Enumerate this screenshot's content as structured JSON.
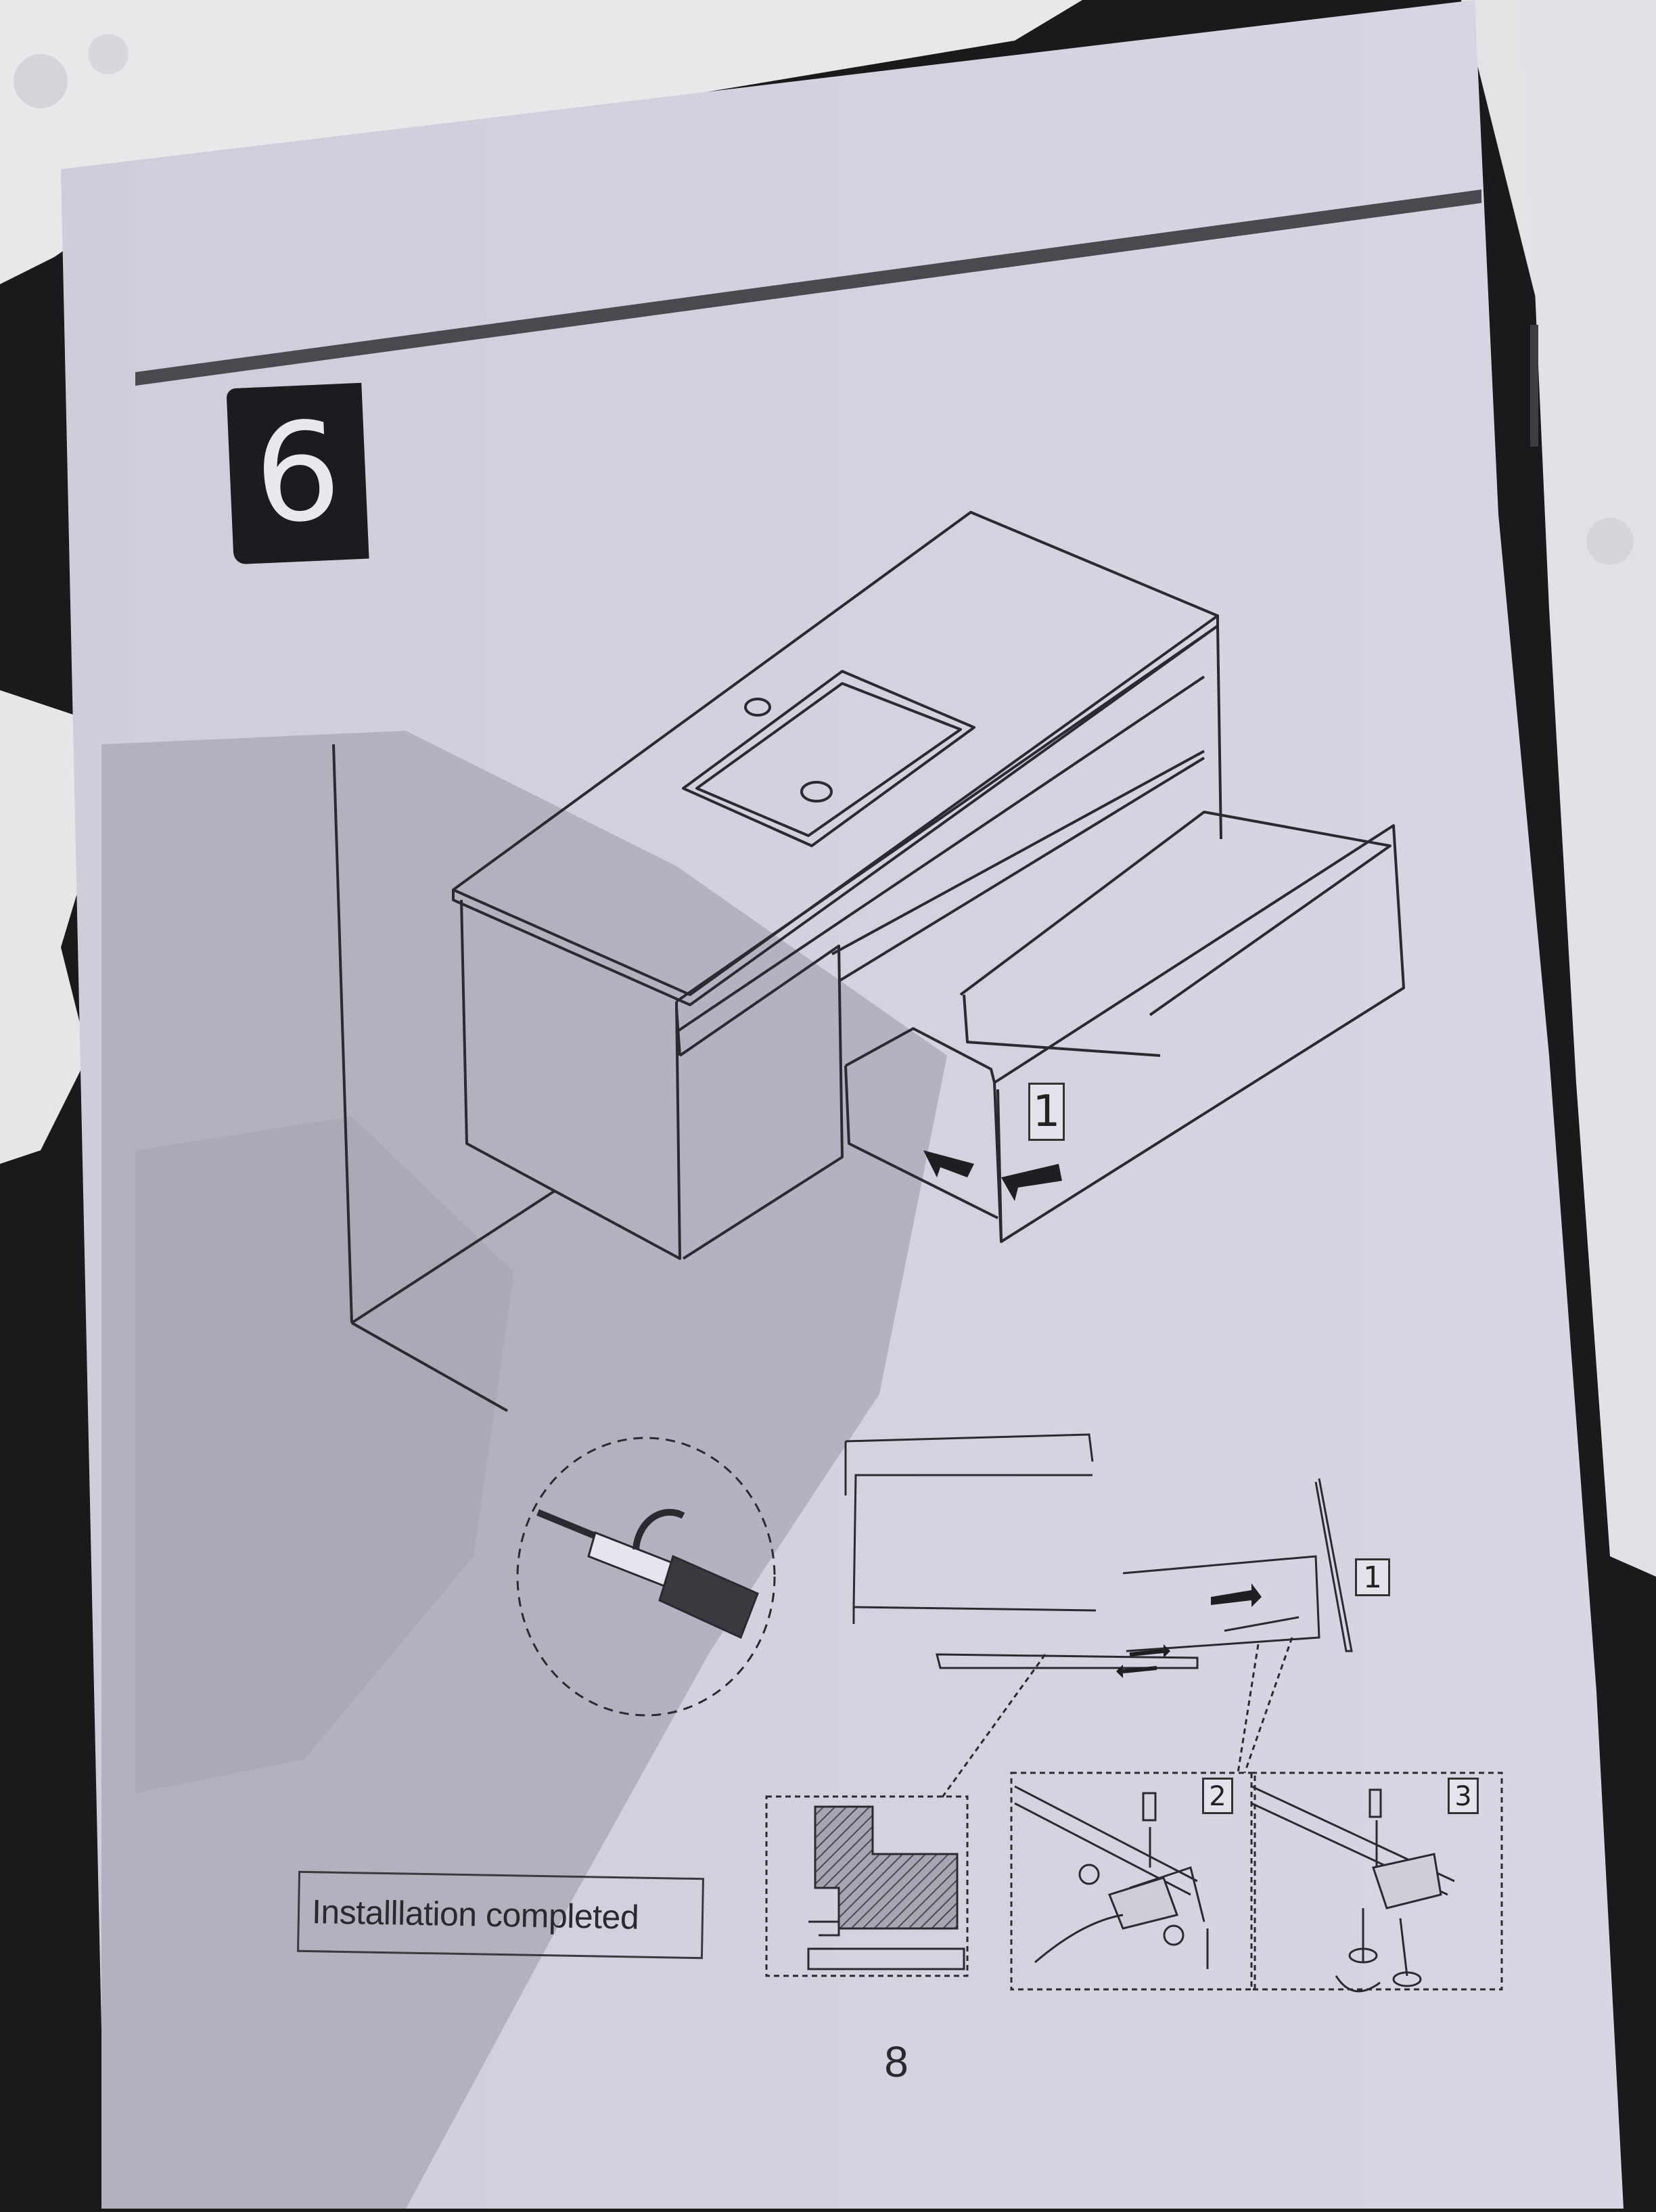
{
  "manual": {
    "step_number": "6",
    "completion_label": "Installlation completed",
    "page_number": "8",
    "callouts": {
      "drawer_main": "1",
      "drawer_rail": "1",
      "detail_2": "2",
      "detail_3": "3"
    }
  },
  "colors": {
    "paper": "#dcdae6",
    "shadow": "#b0aebd",
    "ink": "#2a292e",
    "foam": "#e9e9ec",
    "background": "#1b1a1c"
  }
}
